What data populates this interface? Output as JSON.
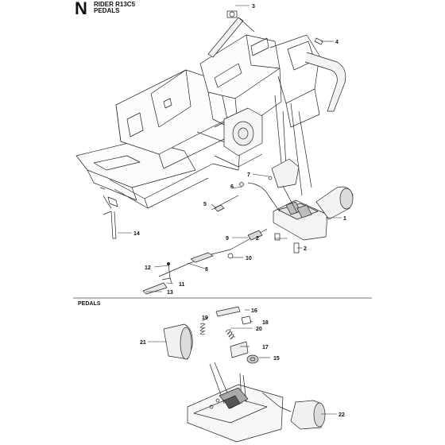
{
  "header": {
    "section_letter": "N",
    "model": "RIDER R13C5",
    "title": "PEDALS"
  },
  "detail_section": {
    "label": "PEDALS"
  },
  "callouts": [
    "1",
    "2",
    "2",
    "3",
    "4",
    "5",
    "6",
    "7",
    "8",
    "9",
    "10",
    "11",
    "12",
    "13",
    "14",
    "15",
    "16",
    "17",
    "18",
    "19",
    "20",
    "21",
    "22"
  ]
}
